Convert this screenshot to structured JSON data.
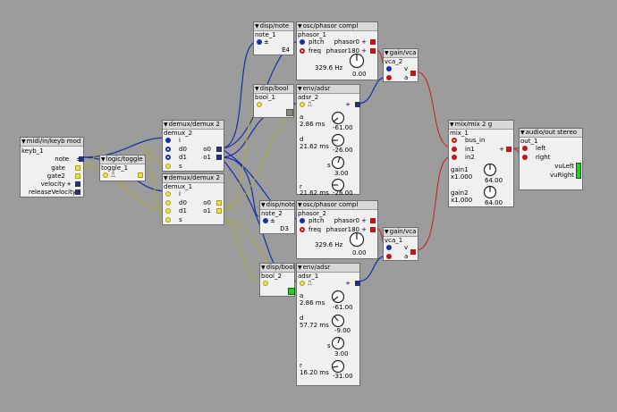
{
  "colors": {
    "background": "#9c9c9c",
    "blue_wire": "#1530a8",
    "yellow_wire": "#b0a840",
    "red_wire": "#c03030"
  },
  "keyb": {
    "title": "midi/in/keyb mod",
    "name": "keyb_1",
    "outs": [
      "note",
      "gate",
      "gate2",
      "velocity",
      "releaseVelocity"
    ]
  },
  "toggle": {
    "title": "logic/toggle",
    "name": "toggle_1"
  },
  "demux2": {
    "title": "demux/demux 2",
    "name": "demux_2",
    "ins": [
      "i",
      "d0",
      "d1",
      "s"
    ],
    "outs": [
      "o0",
      "o1"
    ]
  },
  "demux1": {
    "title": "demux/demux 2",
    "name": "demux_1",
    "ins": [
      "i",
      "d0",
      "d1",
      "s"
    ],
    "outs": [
      "o0",
      "o1"
    ]
  },
  "note1": {
    "title": "disp/note",
    "name": "note_1",
    "value": "E4"
  },
  "note2": {
    "title": "disp/note",
    "name": "note_2",
    "value": "D3"
  },
  "bool1": {
    "title": "disp/bool",
    "name": "bool_1"
  },
  "bool2": {
    "title": "disp/bool",
    "name": "bool_2"
  },
  "phasor1": {
    "title": "osc/phasor compl",
    "name": "phasor_1",
    "ins": [
      "pitch",
      "freq"
    ],
    "outs": [
      "phasor0",
      "phasor180"
    ],
    "value": "329.6 Hz",
    "knob": "0.00"
  },
  "phasor2": {
    "title": "osc/phasor compl",
    "name": "phasor_2",
    "ins": [
      "pitch",
      "freq"
    ],
    "outs": [
      "phasor0",
      "phasor180"
    ],
    "value": "329.6 Hz",
    "knob": "0.00"
  },
  "adsr2": {
    "title": "env/adsr",
    "name": "adsr_2",
    "params": [
      {
        "label": "a",
        "value": "2.86 ms",
        "knob": "-61.00"
      },
      {
        "label": "d",
        "value": "21.62 ms",
        "knob": "-26.00"
      },
      {
        "label": "s",
        "value": "",
        "knob": "3.00"
      },
      {
        "label": "r",
        "value": "21.62 ms",
        "knob": "-26.00"
      }
    ]
  },
  "adsr1": {
    "title": "env/adsr",
    "name": "adsr_1",
    "params": [
      {
        "label": "a",
        "value": "2.86 ms",
        "knob": "-61.00"
      },
      {
        "label": "d",
        "value": "57.72 ms",
        "knob": "-9.00"
      },
      {
        "label": "s",
        "value": "",
        "knob": "3.00"
      },
      {
        "label": "r",
        "value": "16.20 ms",
        "knob": "-31.00"
      }
    ]
  },
  "vca2": {
    "title": "gain/vca",
    "name": "vca_2",
    "ins": [
      "v",
      "a"
    ]
  },
  "vca1": {
    "title": "gain/vca",
    "name": "vca_1",
    "ins": [
      "v",
      "a"
    ]
  },
  "mix": {
    "title": "mix/mix 2 g",
    "name": "mix_1",
    "ins": [
      "bus_in",
      "in1",
      "in2"
    ],
    "gain1": "gain1",
    "gain1_val": "x1.000",
    "gain2": "gain2",
    "gain2_val": "x1.000",
    "knob1": "64.00",
    "knob2": "64.00"
  },
  "out": {
    "title": "audio/out stereo",
    "name": "out_1",
    "ins": [
      "left",
      "right"
    ],
    "vu": [
      "vuLeft",
      "vuRight"
    ]
  },
  "symbols": {
    "pm": "±",
    "plus": "+",
    "tri": "▼",
    "pulse": "⎍"
  }
}
